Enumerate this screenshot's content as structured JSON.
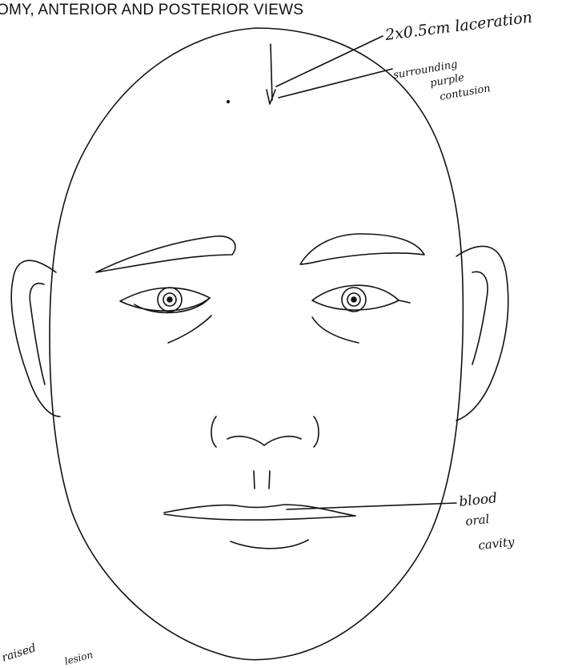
{
  "header": {
    "title": "OMY, ANTERIOR AND POSTERIOR VIEWS"
  },
  "annotations": {
    "laceration": "2x0.5cm laceration",
    "contusion_line1": "surrounding",
    "contusion_line2": "purple",
    "contusion_line3": "contusion",
    "mouth_line1": "blood",
    "mouth_line2": "oral",
    "mouth_line3": "cavity",
    "bottom_line1": "raised",
    "bottom_line2": "lesion"
  },
  "colors": {
    "ink": "#111111",
    "background": "#ffffff"
  }
}
